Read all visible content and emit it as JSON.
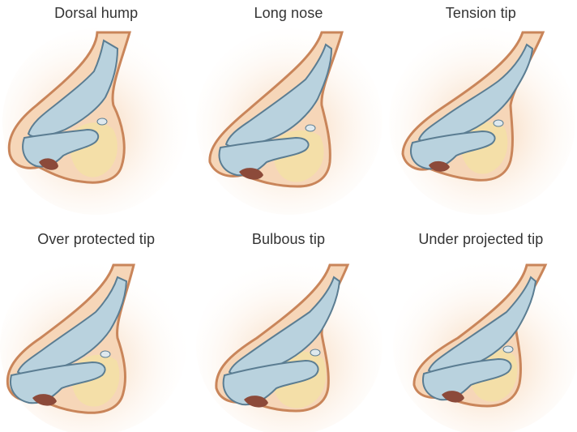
{
  "colors": {
    "skin": "#f6d6b8",
    "skin_edge": "#c9855a",
    "cartilage": "#b9d2de",
    "cartilage_edge": "#5b7d92",
    "fat": "#f4dfa8",
    "nostril": "#8c4a3a"
  },
  "panels": [
    {
      "label": "Dorsal hump",
      "variant": "dorsal-hump"
    },
    {
      "label": "Long nose",
      "variant": "long-nose"
    },
    {
      "label": "Tension tip",
      "variant": "tension-tip"
    },
    {
      "label": "Over protected tip",
      "variant": "over-projected-tip"
    },
    {
      "label": "Bulbous tip",
      "variant": "bulbous-tip"
    },
    {
      "label": "Under projected tip",
      "variant": "under-projected-tip"
    }
  ]
}
